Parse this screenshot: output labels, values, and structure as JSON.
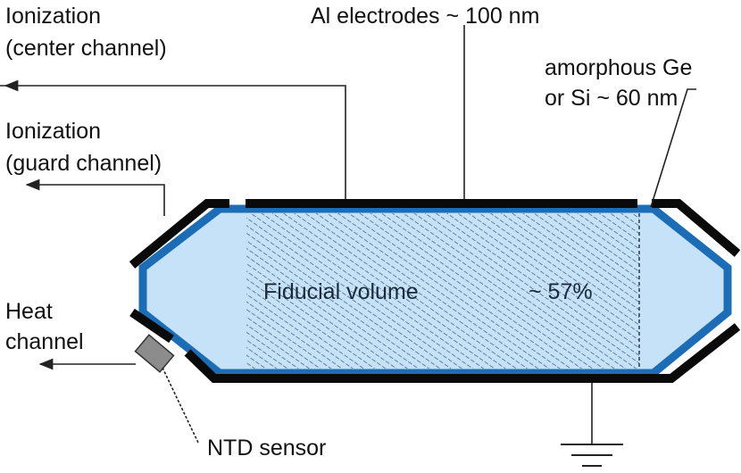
{
  "labels": {
    "ionization_center_line1": "Ionization",
    "ionization_center_line2": "(center channel)",
    "al_electrodes": "Al electrodes ~ 100 nm",
    "amorphous_line1": "amorphous Ge",
    "amorphous_line2": "or Si ~ 60 nm",
    "ionization_guard_line1": "Ionization",
    "ionization_guard_line2": "(guard channel)",
    "heat_line1": "Heat",
    "heat_line2": "channel",
    "fiducial_volume": "Fiducial volume",
    "fiducial_percent": "~ 57%",
    "ntd_sensor": "NTD sensor"
  },
  "colors": {
    "crystal_fill": "#c6e2f8",
    "crystal_border": "#1c6db5",
    "electrode": "#0a0a0a",
    "hatch": "#2a3a4a",
    "sensor": "#8c8c8c",
    "wire": "#222222"
  },
  "icons": {
    "ground": "ground-icon",
    "arrow": "arrow-left-icon"
  }
}
